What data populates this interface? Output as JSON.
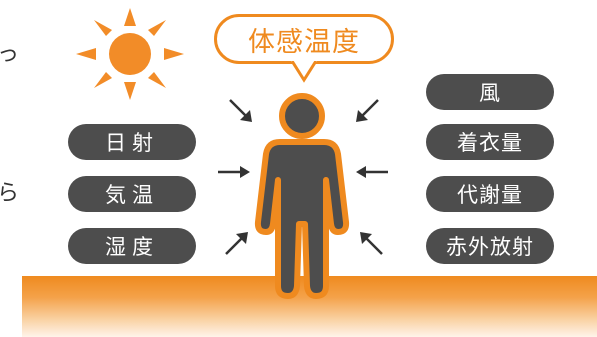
{
  "title": "体感温度",
  "left_factors": [
    {
      "label": "日射"
    },
    {
      "label": "気温"
    },
    {
      "label": "湿度"
    }
  ],
  "right_factors": [
    {
      "label": "風"
    },
    {
      "label": "着衣量"
    },
    {
      "label": "代謝量"
    },
    {
      "label": "赤外放射"
    }
  ],
  "edge_fragments": [
    "っ",
    "ら"
  ],
  "colors": {
    "accent": "#ef8a1f",
    "pill": "#4d4d4d",
    "person": "#4d4d4d",
    "sun": "#f28c28"
  },
  "icons": [
    "sun-icon",
    "person-icon",
    "arrow-icon"
  ]
}
